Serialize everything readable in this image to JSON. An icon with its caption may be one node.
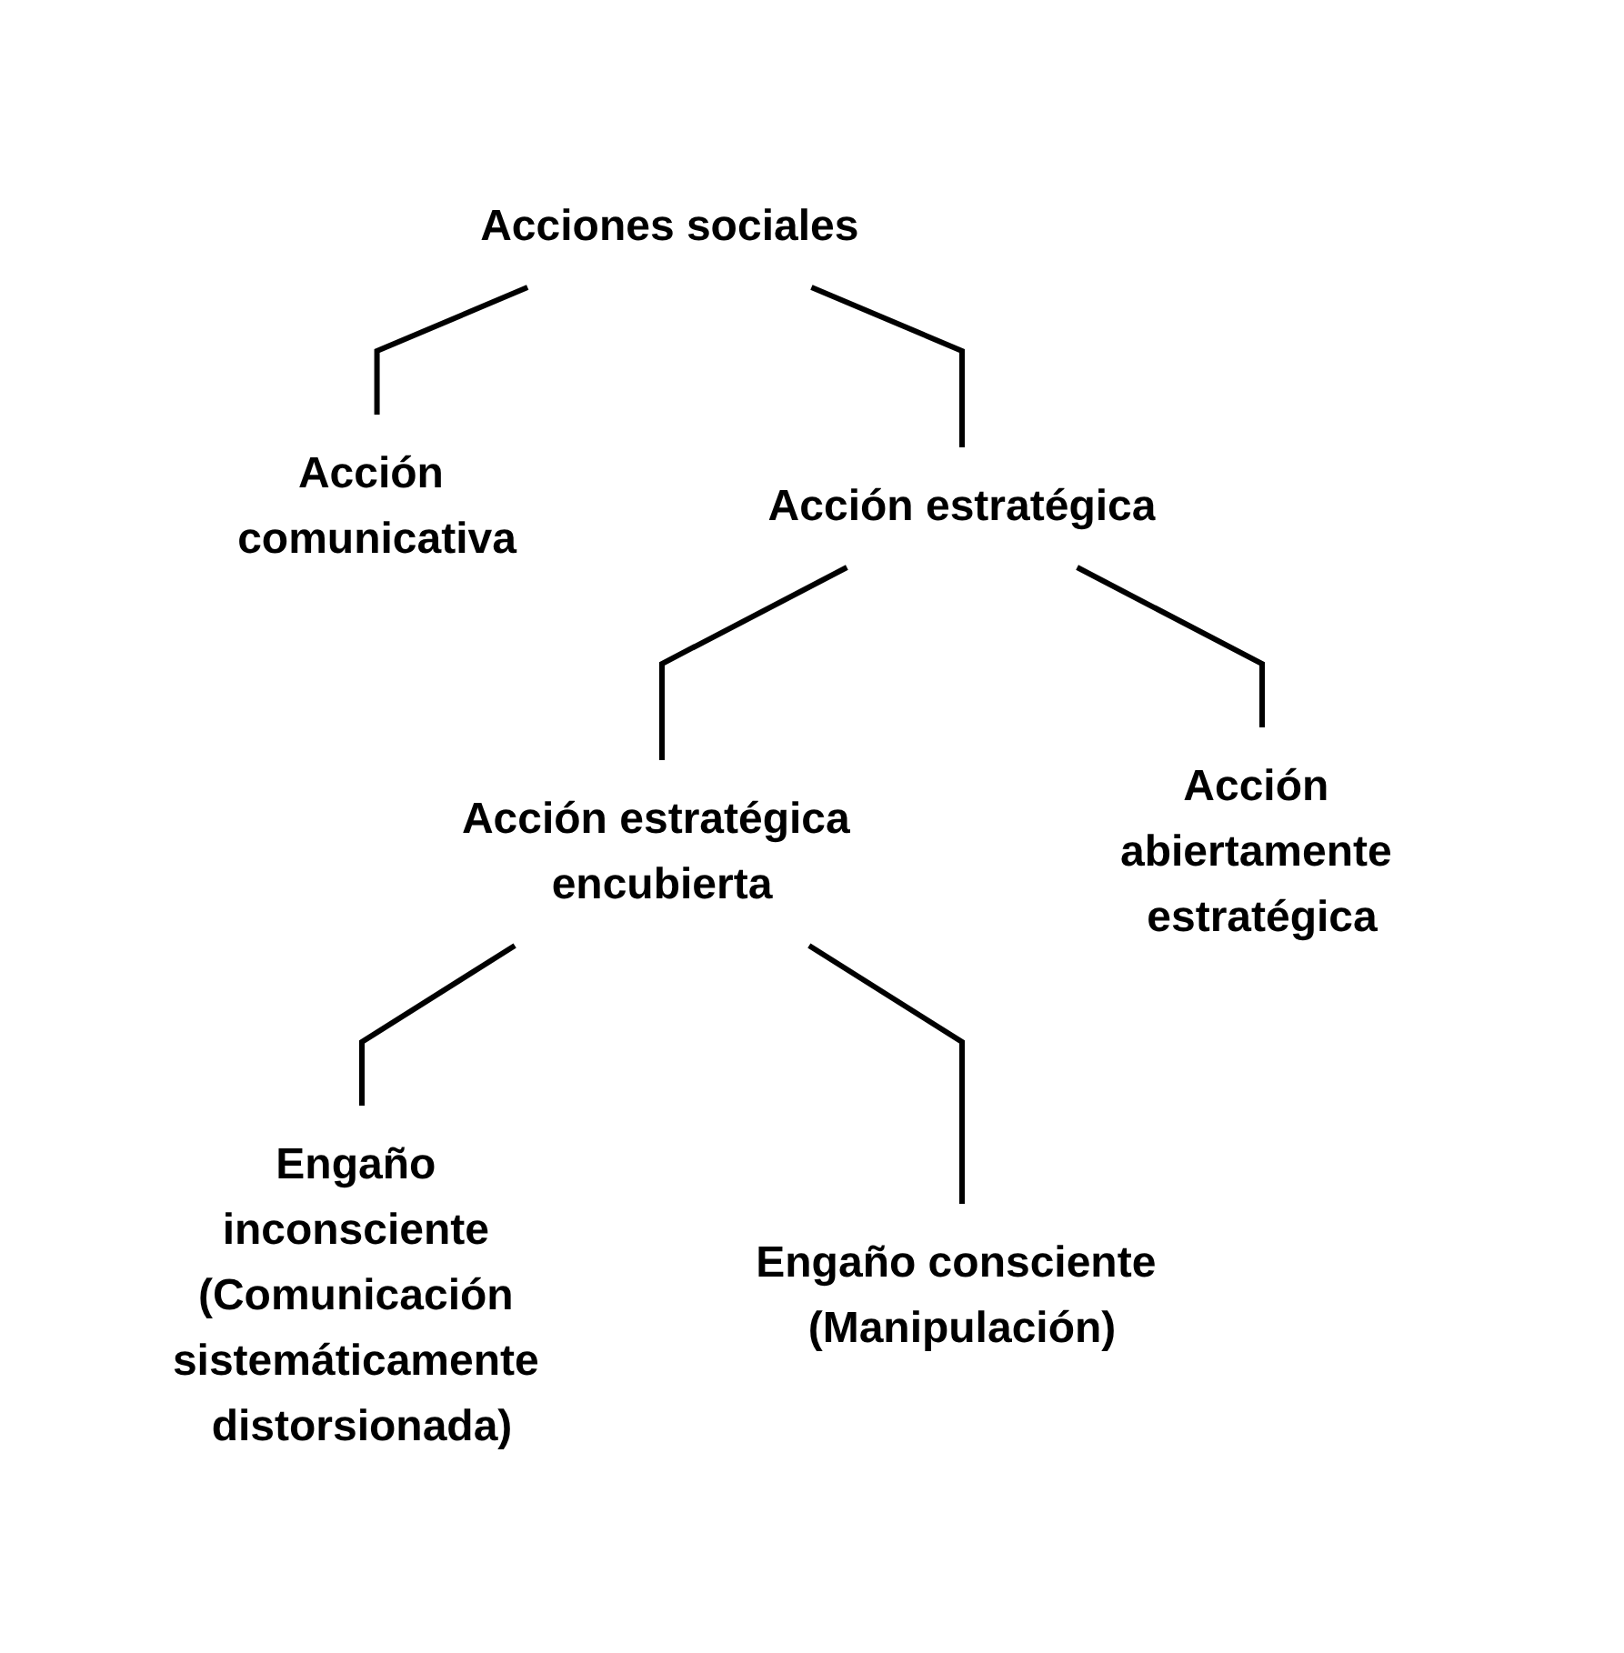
{
  "diagram": {
    "nodes": [
      {
        "text": [
          "Acciones sociales"
        ]
      },
      {
        "text": [
          "Acción comunicativa"
        ]
      },
      {
        "text": [
          "Acción estratégica"
        ]
      },
      {
        "text": [
          "Acción estratégica encubierta"
        ]
      },
      {
        "text": [
          "Acción abiertamente estratégica"
        ]
      },
      {
        "text": [
          "Engaño inconsciente (Comunicación sistemáticamente distorsionada)"
        ]
      },
      {
        "text": [
          "Engaño consciente (Manipulación)"
        ]
      }
    ],
    "edges": [
      {
        "from": 0,
        "to": 1,
        "arrow": "none"
      },
      {
        "from": 0,
        "to": 2,
        "arrow": "none"
      },
      {
        "from": 2,
        "to": 3,
        "arrow": "none"
      },
      {
        "from": 2,
        "to": 4,
        "arrow": "none"
      },
      {
        "from": 3,
        "to": 5,
        "arrow": "none"
      },
      {
        "from": 3,
        "to": 6,
        "arrow": "none"
      }
    ]
  }
}
